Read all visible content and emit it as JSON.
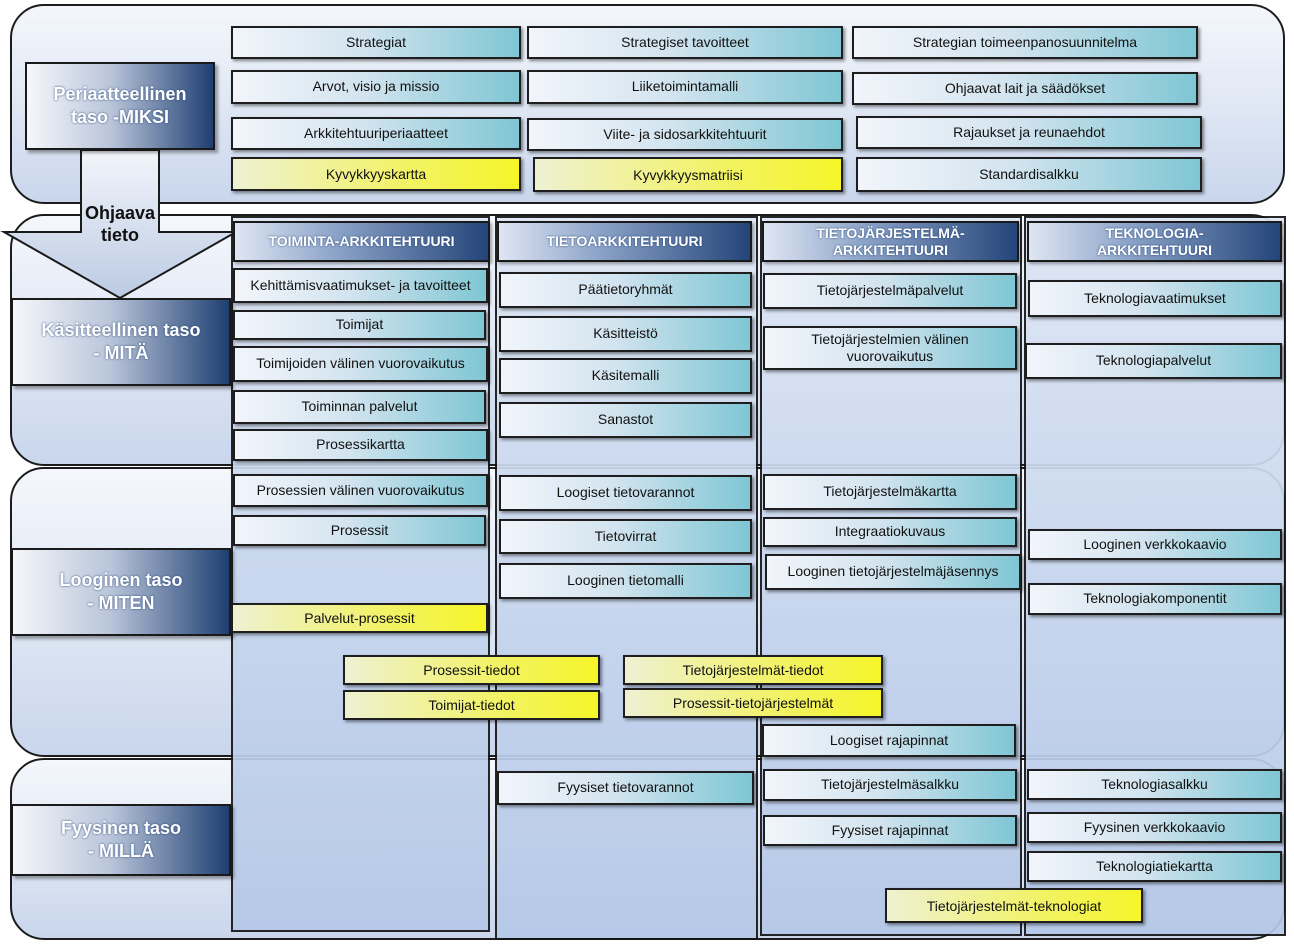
{
  "levels": {
    "principle": "Periaatteellinen\ntaso -MIKSI",
    "conceptual": "Käsitteellinen taso\n- MITÄ",
    "logical": "Looginen taso\n- MITEN",
    "physical": "Fyysinen taso\n- MILLÄ"
  },
  "arrow_label": "Ohjaava\ntieto",
  "principle_items": [
    "Strategiat",
    "Strategiset tavoitteet",
    "Strategian toimeenpanosuunnitelma",
    "Arvot, visio ja missio",
    "Liiketoimintamalli",
    "Ohjaavat lait ja säädökset",
    "Arkkitehtuuriperiaatteet",
    "Viite- ja sidosarkkitehtuurit",
    "Rajaukset ja reunaehdot",
    "Kyvykkyyskartta",
    "Kyvykkyysmatriisi",
    "Standardisalkku"
  ],
  "columns": [
    "TOIMINTA-ARKKITEHTUURI",
    "TIETOARKKITEHTUURI",
    "TIETOJÄRJESTELMÄ-\nARKKITEHTUURI",
    "TEKNOLOGIA-\nARKKITEHTUURI"
  ],
  "conceptual": {
    "toiminta": [
      "Kehittämisvaatimukset- ja tavoitteet",
      "Toimijat",
      "Toimijoiden välinen vuorovaikutus",
      "Toiminnan palvelut",
      "Prosessikartta"
    ],
    "tieto": [
      "Päätietoryhmät",
      "Käsitteistö",
      "Käsitemalli",
      "Sanastot"
    ],
    "tietojarjestelma": [
      "Tietojärjestelmäpalvelut",
      "Tietojärjestelmien välinen\nvuorovaikutus"
    ],
    "teknologia": [
      "Teknologiavaatimukset",
      "Teknologiapalvelut"
    ]
  },
  "logical": {
    "toiminta": [
      "Prosessien välinen vuorovaikutus",
      "Prosessit"
    ],
    "toiminta_yellow": "Palvelut-prosessit",
    "tieto": [
      "Loogiset tietovarannot",
      "Tietovirrat",
      "Looginen tietomalli"
    ],
    "tietojarjestelma": [
      "Tietojärjestelmäkartta",
      "Integraatiokuvaus",
      "Looginen tietojärjestelmäjäsennys",
      "Loogiset rajapinnat"
    ],
    "teknologia": [
      "Looginen verkkokaavio",
      "Teknologiakomponentit"
    ],
    "cross": [
      "Prosessit-tiedot",
      "Toimijat-tiedot",
      "Tietojärjestelmät-tiedot",
      "Prosessit-tietojärjestelmät"
    ]
  },
  "physical": {
    "tieto": [
      "Fyysiset tietovarannot"
    ],
    "tietojarjestelma": [
      "Tietojärjestelmäsalkku",
      "Fyysiset rajapinnat"
    ],
    "teknologia": [
      "Teknologiasalkku",
      "Fyysinen verkkokaavio",
      "Teknologiatiekartta"
    ],
    "cross": "Tietojärjestelmät-teknologiat"
  }
}
